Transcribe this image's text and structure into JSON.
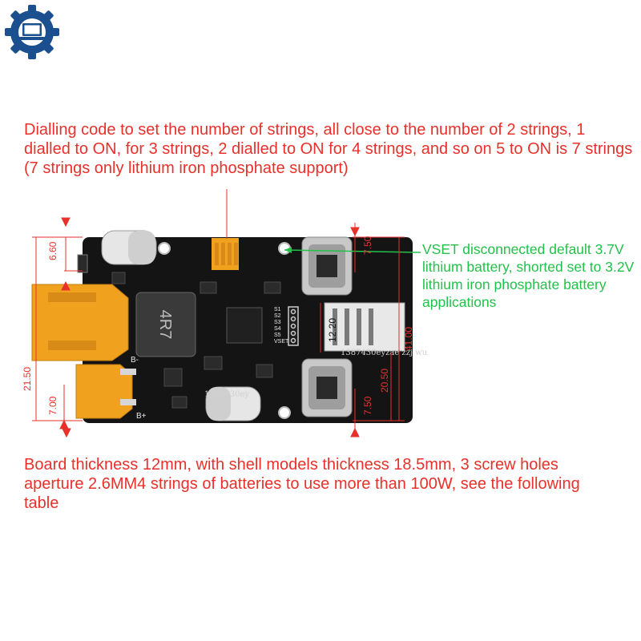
{
  "notes": {
    "top": "Dialling code to set the number of strings, all close to the number of 2 strings, 1 dialled to ON, for 3 strings, 2 dialled to ON for 4 strings, and so on 5 to ON is 7 strings (7 strings only lithium iron phosphate support)",
    "right": "VSET disconnected default 3.7V lithium battery, shorted set to 3.2V lithium iron phosphate battery applications",
    "bottom": "Board thickness 12mm, with shell models thickness 18.5mm, 3 screw holes aperture 2.6MM4 strings of batteries to use more than 100W, see the following table"
  },
  "dimensions": {
    "d660": "6.60",
    "d750_top": "7.50",
    "d4100": "41.00",
    "d1220": "12.20",
    "d2050": "20.50",
    "d2150": "21.50",
    "d700": "7.00",
    "d750_bottom": "7.50"
  },
  "board": {
    "inductor": "4R7",
    "silk_b_minus": "B-",
    "silk_b_plus": "B+",
    "silk_labels": [
      "S1",
      "S2",
      "S3",
      "S4",
      "S5",
      "VSET"
    ],
    "watermark": "1387430eyzae zzj wu",
    "watermark2": "1387430ey"
  },
  "colors": {
    "annotation": "#e8312b",
    "note_green": "#22c14a",
    "pcb": "#141414",
    "connector": "#f0a21e",
    "logo": "#1b4f8f"
  }
}
